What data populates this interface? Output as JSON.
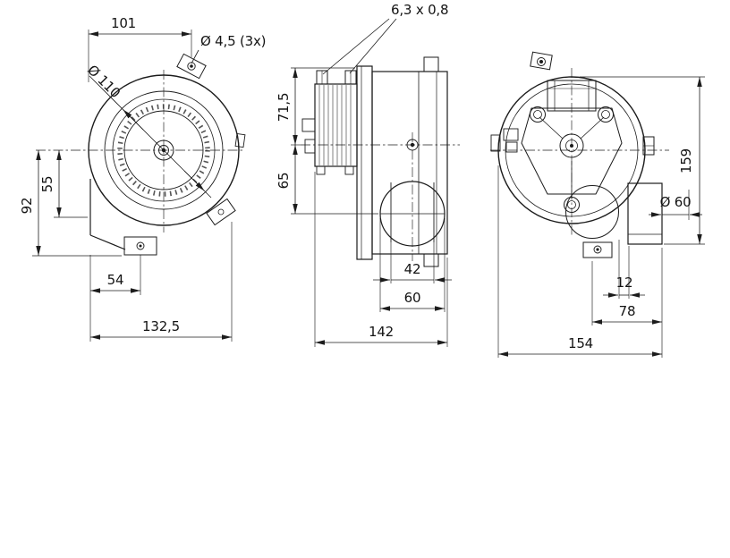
{
  "drawing": {
    "type": "technical dimension drawing",
    "subject": "centrifugal blower, three orthographic views"
  },
  "colors": {
    "ink": "#1c1c1c",
    "background": "#ffffff"
  },
  "dims": {
    "front": {
      "top_width": "101",
      "mount_hole": "Ø 4,5 (3x)",
      "inlet_diameter": "Ø 110",
      "height_total": "92",
      "height_inner": "55",
      "foot_offset": "54",
      "width_total": "132,5"
    },
    "side": {
      "terminal_size": "6,3 x 0,8",
      "height_upper": "71,5",
      "height_lower": "65",
      "outlet_inner": "42",
      "outlet_flange": "60",
      "depth_total": "142"
    },
    "rear": {
      "height_total": "159",
      "outlet_diameter": "Ø 60",
      "foot_inset": "12",
      "foot_span": "78",
      "width_total": "154"
    }
  }
}
